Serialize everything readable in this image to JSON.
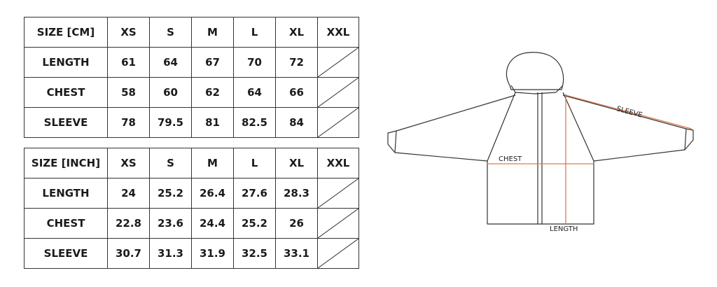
{
  "table_cm": {
    "header": [
      "SIZE [CM]",
      "XS",
      "S",
      "M",
      "L",
      "XL",
      "XXL"
    ],
    "rows": [
      {
        "label": "LENGTH",
        "values": [
          "61",
          "64",
          "67",
          "70",
          "72"
        ]
      },
      {
        "label": "CHEST",
        "values": [
          "58",
          "60",
          "62",
          "64",
          "66"
        ]
      },
      {
        "label": "SLEEVE",
        "values": [
          "78",
          "79.5",
          "81",
          "82.5",
          "84"
        ]
      }
    ]
  },
  "table_inch": {
    "header": [
      "SIZE [INCH]",
      "XS",
      "S",
      "M",
      "L",
      "XL",
      "XXL"
    ],
    "rows": [
      {
        "label": "LENGTH",
        "values": [
          "24",
          "25.2",
          "26.4",
          "27.6",
          "28.3"
        ]
      },
      {
        "label": "CHEST",
        "values": [
          "22.8",
          "23.6",
          "24.4",
          "25.2",
          "26"
        ]
      },
      {
        "label": "SLEEVE",
        "values": [
          "30.7",
          "31.3",
          "31.9",
          "32.5",
          "33.1"
        ]
      }
    ]
  },
  "diagram": {
    "sleeve_label": "SLEEVE",
    "chest_label": "CHEST",
    "length_label": "LENGTH",
    "measure_color": "#e07a4a",
    "outline_color": "#333333"
  }
}
